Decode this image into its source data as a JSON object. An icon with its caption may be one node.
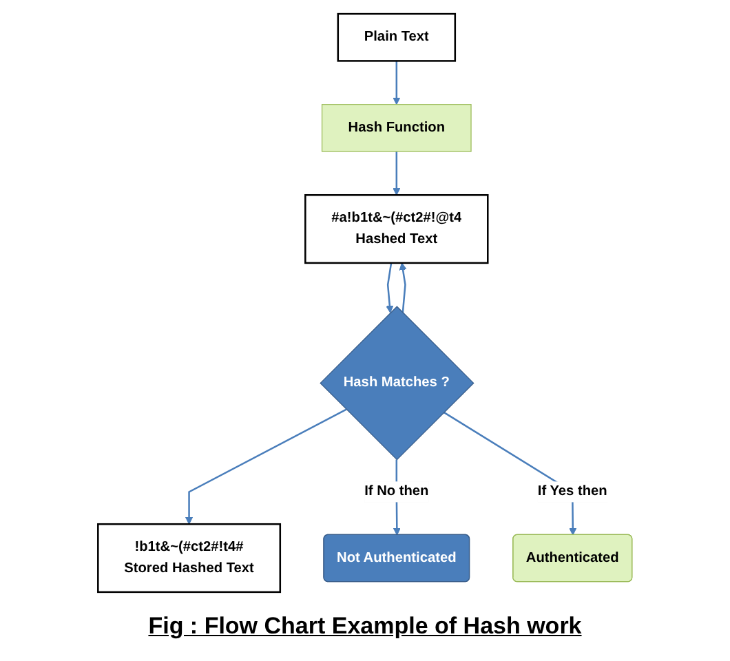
{
  "diagram": {
    "caption": "Fig : Flow Chart Example of Hash work",
    "nodes": [
      {
        "text": [
          "Plain Text"
        ]
      },
      {
        "text": [
          "Hash Function"
        ]
      },
      {
        "text": [
          "#a!b1t&~(#ct2#!@t4",
          "Hashed Text"
        ]
      },
      {
        "text": [
          "!b1t&~(#ct2#!t4#",
          "Stored Hashed Text"
        ]
      },
      {
        "text": [
          "Hash Matches ?"
        ]
      },
      {
        "text": [
          "Not Authenticated"
        ]
      },
      {
        "text": [
          "Authenticated"
        ]
      }
    ],
    "edges": [
      {
        "from": 0,
        "to": 1,
        "arrow": "to"
      },
      {
        "from": 1,
        "to": 2,
        "arrow": "to"
      },
      {
        "from": 2,
        "to": 4,
        "arrow": "to"
      },
      {
        "from": 4,
        "to": 2,
        "arrow": "to"
      },
      {
        "from": 4,
        "to": 3,
        "arrow": "to"
      },
      {
        "from": 4,
        "to": 5,
        "label": "If No then",
        "arrow": "to"
      },
      {
        "from": 4,
        "to": 6,
        "label": "If Yes then",
        "arrow": "to"
      }
    ]
  }
}
